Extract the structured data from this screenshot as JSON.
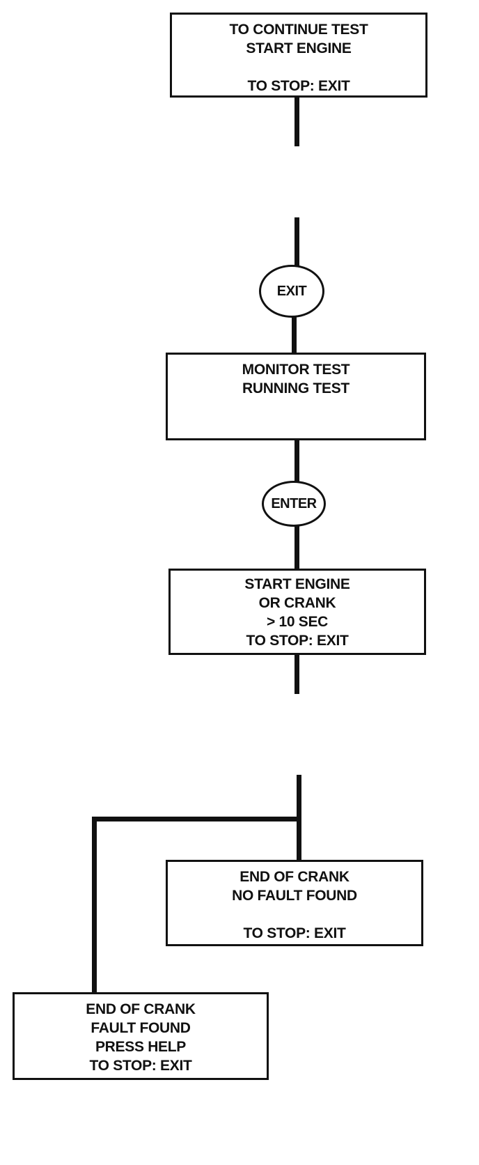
{
  "boxes": {
    "continue_test": [
      "TO CONTINUE TEST",
      "START ENGINE",
      "",
      "TO STOP: EXIT"
    ],
    "monitor_test": [
      "MONITOR TEST",
      "RUNNING TEST"
    ],
    "start_engine": [
      "START ENGINE",
      "OR CRANK",
      "> 10 SEC",
      "TO STOP: EXIT"
    ],
    "no_fault": [
      "END OF CRANK",
      "NO FAULT FOUND",
      "",
      "TO STOP: EXIT"
    ],
    "fault_found": [
      "END OF CRANK",
      "FAULT FOUND",
      "PRESS HELP",
      "TO STOP: EXIT"
    ]
  },
  "nodes": {
    "exit": "EXIT",
    "enter": "ENTER"
  },
  "colors": {
    "ink": "#111111",
    "background": "#ffffff"
  }
}
